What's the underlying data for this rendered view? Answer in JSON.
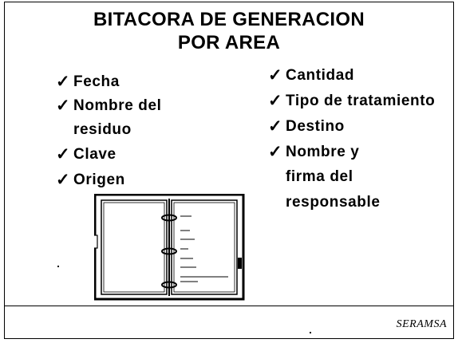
{
  "title": {
    "line1": "BITACORA DE GENERACION",
    "line2": "POR AREA"
  },
  "check_glyph": "✓",
  "left_items": [
    {
      "label": "Fecha"
    },
    {
      "label": "Nombre del",
      "continuation": "residuo"
    },
    {
      "label": "Clave"
    },
    {
      "label": "Origen"
    }
  ],
  "right_items": [
    {
      "label": "Cantidad"
    },
    {
      "label": "Tipo de tratamiento"
    },
    {
      "label": "Destino"
    },
    {
      "label": "Nombre y",
      "continuation": [
        "firma del",
        "responsable"
      ]
    }
  ],
  "illustration": {
    "icon": "ring-binder-logbook-icon"
  },
  "footer": {
    "brand": "SERAMSA"
  }
}
